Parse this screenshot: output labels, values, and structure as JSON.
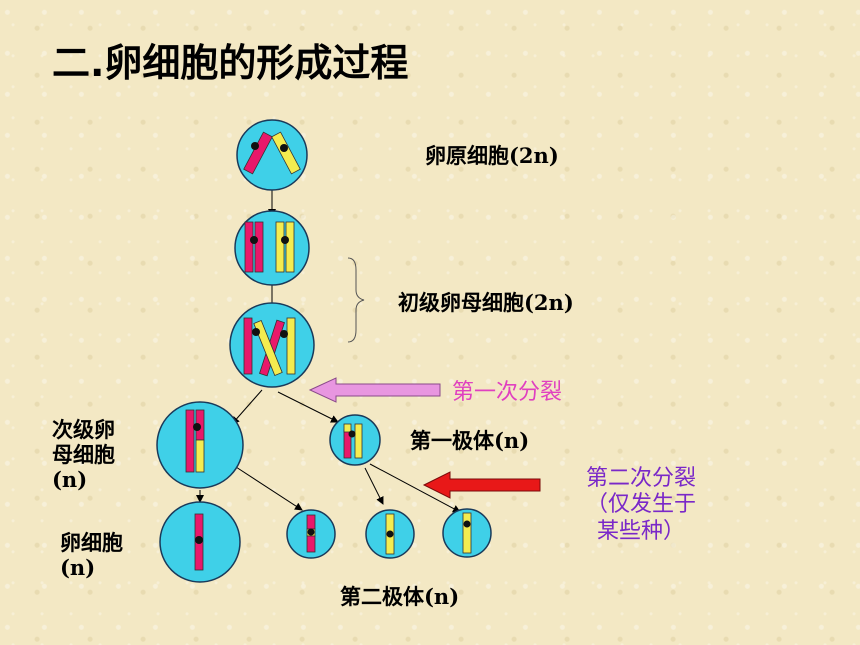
{
  "title": "二.卵细胞的形成过程",
  "labels": {
    "oogonium": "卵原细胞(2n)",
    "primary_oocyte": "初级卵母细胞(2n)",
    "first_division": "第一次分裂",
    "secondary_oocyte_line1": "次级卵",
    "secondary_oocyte_line2": "母细胞",
    "secondary_oocyte_line3": "(n)",
    "first_polar_body": "第一极体(n)",
    "second_division": "第二次分裂",
    "second_division_note_line1": "（仅发生于",
    "second_division_note_line2": "某些种）",
    "egg_line1": "卵细胞",
    "egg_line2": "(n)",
    "second_polar_body": "第二极体(n)"
  },
  "colors": {
    "cell_fill": "#3fd0e8",
    "cell_stroke": "#1a3a5a",
    "chromosome_red": "#e8186a",
    "chromosome_yellow": "#f4ec50",
    "arrow_pink": "#e896e0",
    "arrow_red": "#e81818"
  }
}
